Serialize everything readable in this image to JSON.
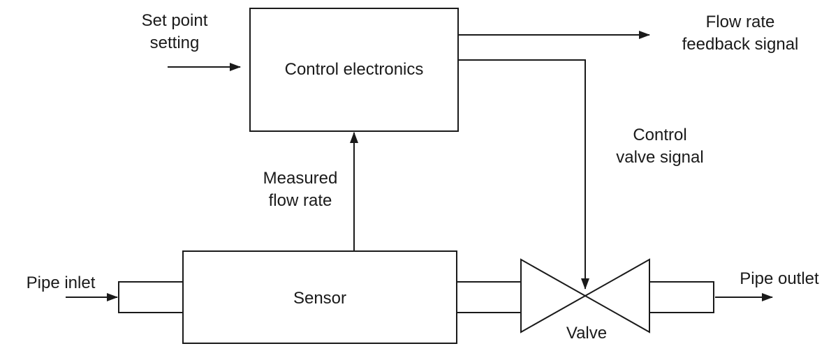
{
  "blocks": {
    "control_electronics": "Control electronics",
    "sensor": "Sensor",
    "valve": "Valve"
  },
  "labels": {
    "set_point": [
      "Set point",
      "setting"
    ],
    "flow_feedback": [
      "Flow rate",
      "feedback signal"
    ],
    "control_valve_signal": [
      "Control",
      "valve signal"
    ],
    "measured_flow": [
      "Measured",
      "flow rate"
    ],
    "pipe_inlet": "Pipe inlet",
    "pipe_outlet": "Pipe outlet"
  }
}
